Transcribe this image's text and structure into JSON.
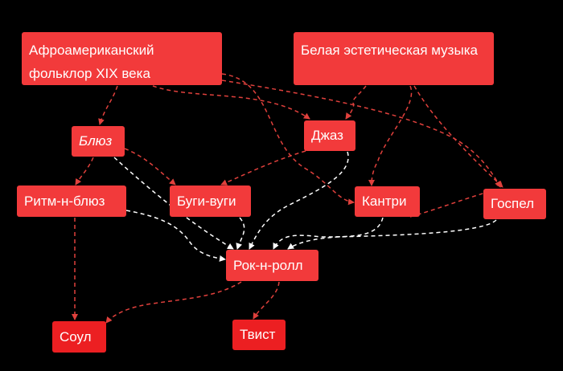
{
  "nodes": {
    "afro": "Афроамериканский фольклор XIX века",
    "white": "Белая эстетическая музыка",
    "blues": "Блюз",
    "jazz": "Джаз",
    "rnb": "Ритм-н-блюз",
    "boogie": "Буги-вуги",
    "country": "Кантри",
    "gospel": "Госпел",
    "rock": "Рок-н-ролл",
    "soul": "Соул",
    "twist": "Твист"
  },
  "edges": [
    {
      "from": "afro",
      "to": "blues",
      "style": "red"
    },
    {
      "from": "afro",
      "to": "jazz",
      "style": "red"
    },
    {
      "from": "afro",
      "to": "country",
      "style": "red"
    },
    {
      "from": "afro",
      "to": "gospel",
      "style": "red"
    },
    {
      "from": "white",
      "to": "jazz",
      "style": "red"
    },
    {
      "from": "white",
      "to": "country",
      "style": "red"
    },
    {
      "from": "white",
      "to": "gospel",
      "style": "red"
    },
    {
      "from": "blues",
      "to": "rnb",
      "style": "red"
    },
    {
      "from": "blues",
      "to": "boogie",
      "style": "red"
    },
    {
      "from": "jazz",
      "to": "boogie",
      "style": "red"
    },
    {
      "from": "country",
      "to": "gospel",
      "style": "red"
    },
    {
      "from": "blues",
      "to": "rock",
      "style": "white"
    },
    {
      "from": "rnb",
      "to": "rock",
      "style": "white"
    },
    {
      "from": "boogie",
      "to": "rock",
      "style": "white"
    },
    {
      "from": "jazz",
      "to": "rock",
      "style": "white"
    },
    {
      "from": "country",
      "to": "rock",
      "style": "white"
    },
    {
      "from": "gospel",
      "to": "rock",
      "style": "white"
    },
    {
      "from": "rnb",
      "to": "soul",
      "style": "red"
    },
    {
      "from": "rock",
      "to": "soul",
      "style": "red"
    },
    {
      "from": "rock",
      "to": "twist",
      "style": "red"
    }
  ],
  "colors": {
    "node": "#f23a3b",
    "edge_red": "#e0403c",
    "edge_white": "#ffffff"
  }
}
